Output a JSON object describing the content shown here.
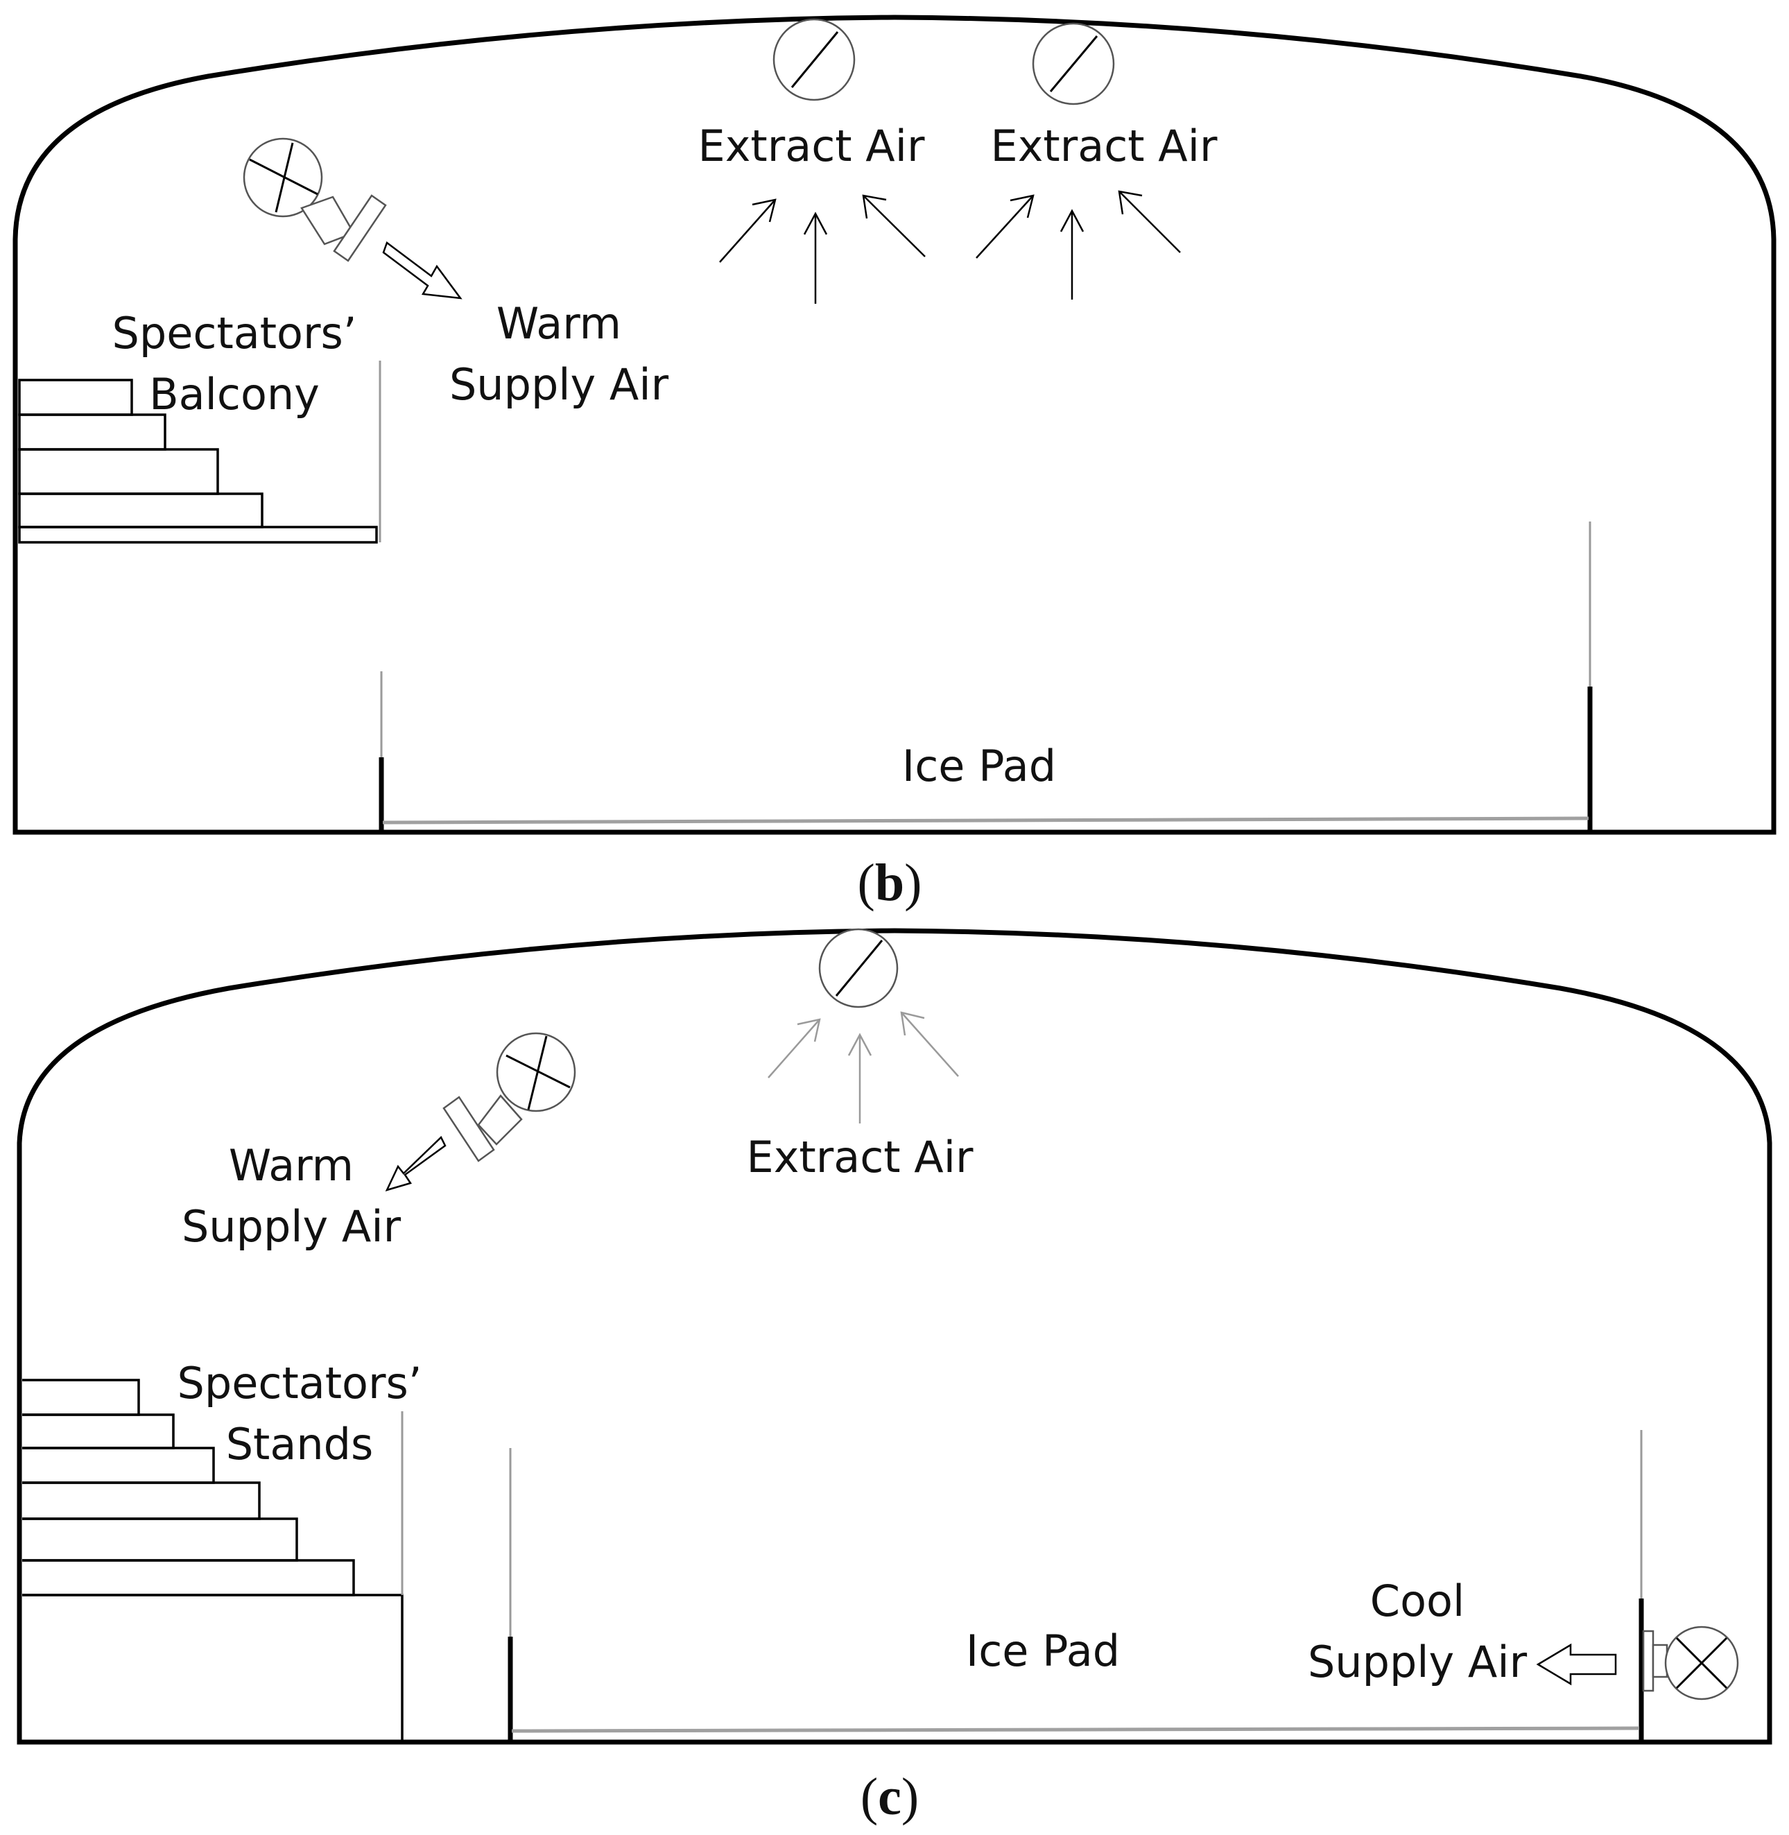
{
  "panel_b": {
    "extract_air_1": "Extract Air",
    "extract_air_2": "Extract Air",
    "spectators_line1": "Spectators’",
    "spectators_line2": "Balcony",
    "warm_line1": "Warm",
    "warm_line2": "Supply Air",
    "ice_pad": "Ice Pad",
    "caption_open": "(",
    "caption_letter": "b",
    "caption_close": ")"
  },
  "panel_c": {
    "extract_air": "Extract Air",
    "warm_line1": "Warm",
    "warm_line2": "Supply Air",
    "spectators_line1": "Spectators’",
    "spectators_line2": "Stands",
    "cool_line1": "Cool",
    "cool_line2": "Supply Air",
    "ice_pad": "Ice Pad",
    "caption_open": "(",
    "caption_letter": "c",
    "caption_close": ")"
  }
}
